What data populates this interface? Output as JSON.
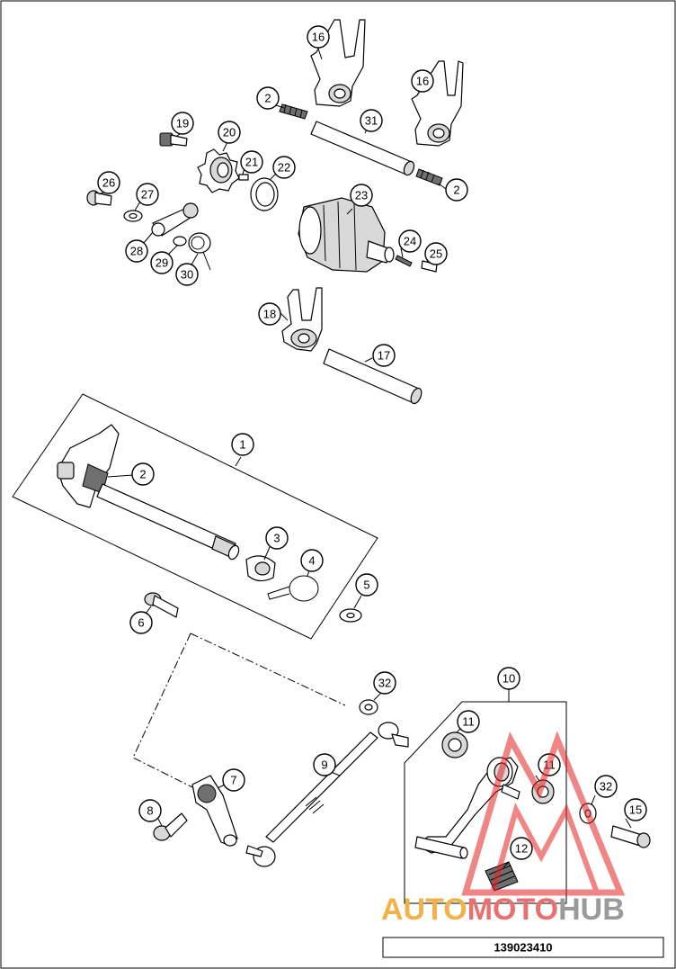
{
  "document_code": "139023410",
  "watermark": {
    "word_1": "AUTO",
    "word_2": "MOTO",
    "word_3": "HUB",
    "color_auto": "#f2b24a",
    "color_moto": "#e77070",
    "color_hub": "#9a9a9a",
    "logo_color": "#e52222"
  },
  "callouts": [
    {
      "id": "c16a",
      "label": "16"
    },
    {
      "id": "c16b",
      "label": "16"
    },
    {
      "id": "c2a",
      "label": "2"
    },
    {
      "id": "c31",
      "label": "31"
    },
    {
      "id": "c2b",
      "label": "2"
    },
    {
      "id": "c19",
      "label": "19"
    },
    {
      "id": "c20",
      "label": "20"
    },
    {
      "id": "c21",
      "label": "21"
    },
    {
      "id": "c22",
      "label": "22"
    },
    {
      "id": "c23",
      "label": "23"
    },
    {
      "id": "c26",
      "label": "26"
    },
    {
      "id": "c27",
      "label": "27"
    },
    {
      "id": "c28",
      "label": "28"
    },
    {
      "id": "c29",
      "label": "29"
    },
    {
      "id": "c30",
      "label": "30"
    },
    {
      "id": "c24",
      "label": "24"
    },
    {
      "id": "c25",
      "label": "25"
    },
    {
      "id": "c18",
      "label": "18"
    },
    {
      "id": "c17",
      "label": "17"
    },
    {
      "id": "c1",
      "label": "1"
    },
    {
      "id": "c2c",
      "label": "2"
    },
    {
      "id": "c3",
      "label": "3"
    },
    {
      "id": "c4",
      "label": "4"
    },
    {
      "id": "c5",
      "label": "5"
    },
    {
      "id": "c6",
      "label": "6"
    },
    {
      "id": "c32a",
      "label": "32"
    },
    {
      "id": "c10",
      "label": "10"
    },
    {
      "id": "c11a",
      "label": "11"
    },
    {
      "id": "c11b",
      "label": "11"
    },
    {
      "id": "c9",
      "label": "9"
    },
    {
      "id": "c7",
      "label": "7"
    },
    {
      "id": "c8",
      "label": "8"
    },
    {
      "id": "c32b",
      "label": "32"
    },
    {
      "id": "c15",
      "label": "15"
    },
    {
      "id": "c12",
      "label": "12"
    }
  ]
}
